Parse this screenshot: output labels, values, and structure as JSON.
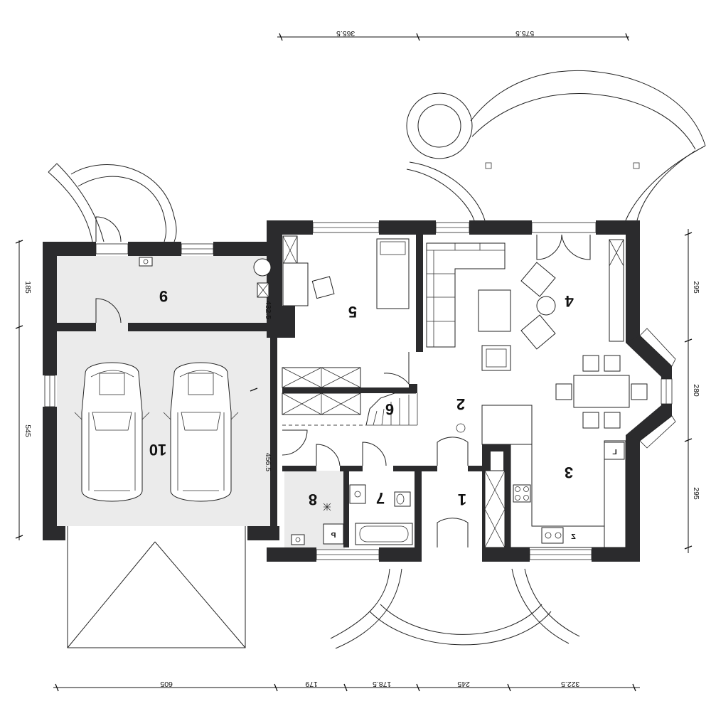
{
  "rooms": [
    {
      "num": "1"
    },
    {
      "num": "2"
    },
    {
      "num": "3"
    },
    {
      "num": "4"
    },
    {
      "num": "5"
    },
    {
      "num": "6"
    },
    {
      "num": "7"
    },
    {
      "num": "8"
    },
    {
      "num": "9"
    },
    {
      "num": "10"
    }
  ],
  "dims": {
    "top": [
      "365.5",
      "575.5"
    ],
    "bottom": [
      "605",
      "179",
      "178.5",
      "245",
      "322.5"
    ],
    "left": [
      "185",
      "545"
    ],
    "right": [
      "295",
      "280",
      "295"
    ],
    "inner": [
      "432.5",
      "456.5"
    ]
  },
  "labels": {
    "pantry_box": "P",
    "kitchen_l": "L",
    "kitchen_z": "Z"
  },
  "colors": {
    "wall": "#2b2b2d",
    "garage_floor": "#ebebeb",
    "line": "#222222"
  }
}
